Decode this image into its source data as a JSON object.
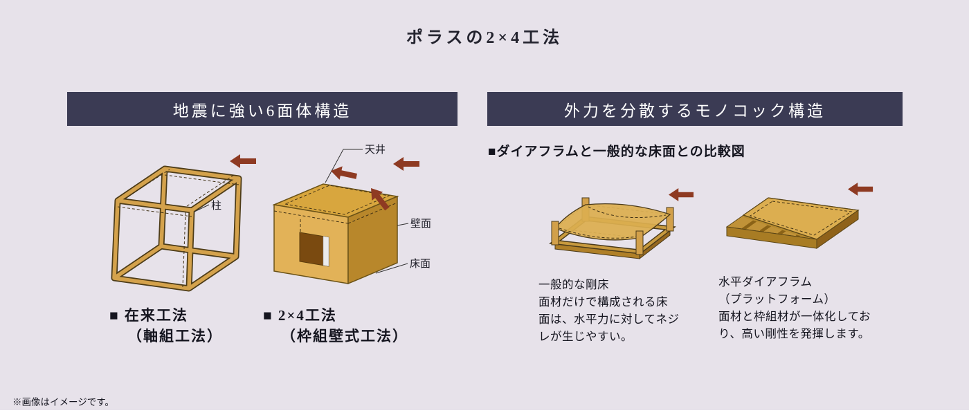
{
  "page": {
    "title": "ポラスの2×4工法",
    "footnote": "※画像はイメージです。"
  },
  "sections": {
    "left": {
      "header": "地震に強い6面体構造",
      "cube": {
        "pillar_label": "柱",
        "caption_title": "■ 在来工法",
        "caption_sub": "（軸組工法）"
      },
      "box": {
        "ceiling_label": "天井",
        "wall_label": "壁面",
        "floor_label": "床面",
        "caption_title": "■ 2×4工法",
        "caption_sub": "（枠組壁式工法）"
      }
    },
    "right": {
      "header": "外力を分散するモノコック構造",
      "subtitle": "■ダイアフラムと一般的な床面との比較図",
      "rigid_floor": {
        "caption_lines": [
          "一般的な剛床",
          "面材だけで構成される床",
          "面は、水平力に対してネジ",
          "レが生じやすい。"
        ]
      },
      "diaphragm": {
        "caption_lines": [
          "水平ダイアフラム",
          "（プラットフォーム）",
          "面材と枠組材が一体化してお",
          "り、高い剛性を発揮します。"
        ]
      }
    }
  },
  "colors": {
    "background": "#e7e2ea",
    "header_bg": "#3b3b54",
    "header_text": "#ffffff",
    "wood_light": "#e2b258",
    "wood_mid": "#d8a63e",
    "wood_dark": "#b8872b",
    "arrow": "#8e3a22",
    "text": "#1c1c26"
  }
}
